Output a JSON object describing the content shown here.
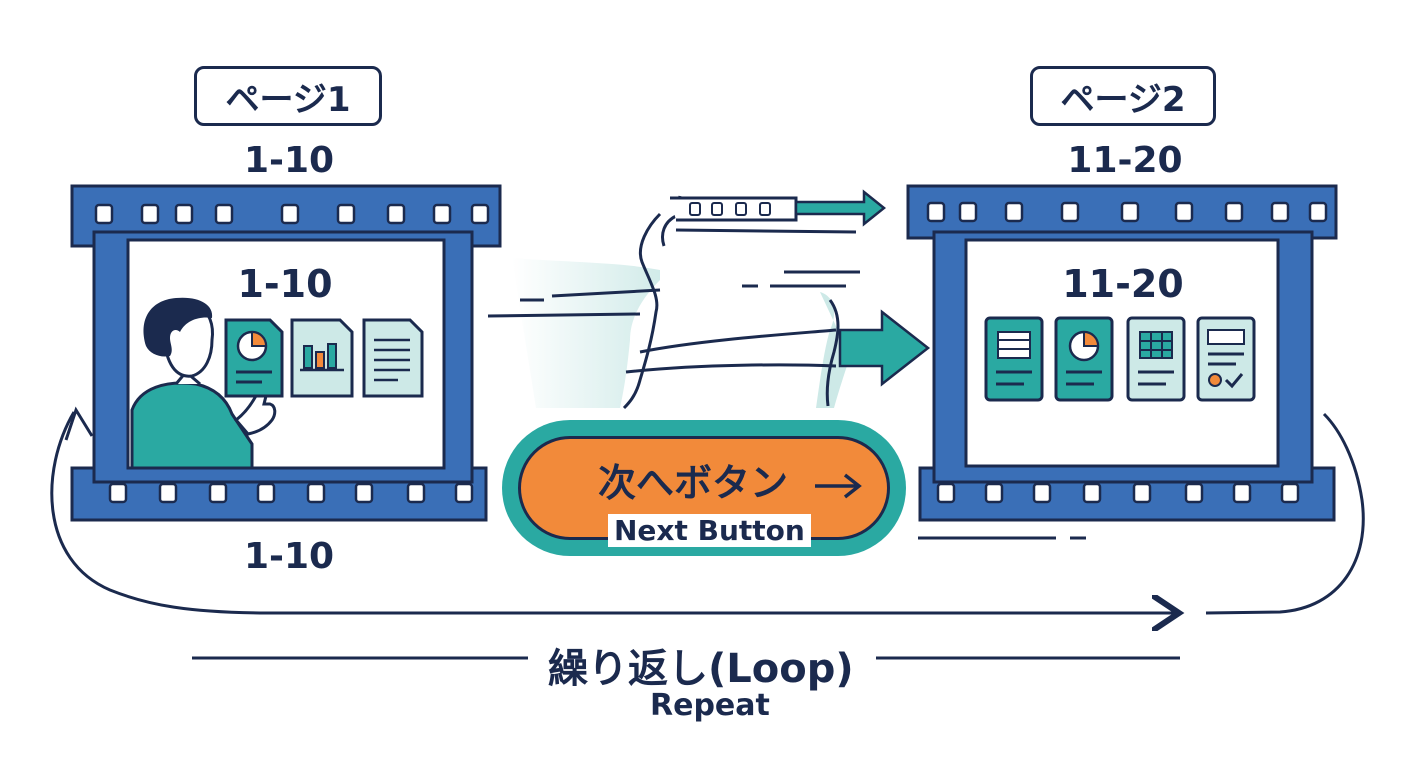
{
  "page1": {
    "tag": "ページ1",
    "range_top": "1-10",
    "range_in_frame": "1-10",
    "range_bottom": "1-10"
  },
  "page2": {
    "tag": "ページ2",
    "range_top": "11-20",
    "range_in_frame": "11-20"
  },
  "next_button": {
    "label_jp": "次へボタン",
    "label_en": "Next Button"
  },
  "loop": {
    "label_jp": "繰り返し(Loop)",
    "label_en": "Repeat"
  },
  "colors": {
    "film_blue": "#3a6fb7",
    "navy": "#1b2a4e",
    "teal": "#2aa9a2",
    "orange": "#f28a3a",
    "light_teal": "#cde9e7"
  },
  "icons": {
    "page1_docs": [
      "pie-chart-document-icon",
      "bar-chart-document-icon",
      "text-document-icon"
    ],
    "page2_docs": [
      "list-document-icon",
      "pie-chart-document-icon",
      "table-document-icon",
      "checklist-document-icon"
    ],
    "person": "user-pointing-icon",
    "transition": "forward-arrow-icon"
  }
}
